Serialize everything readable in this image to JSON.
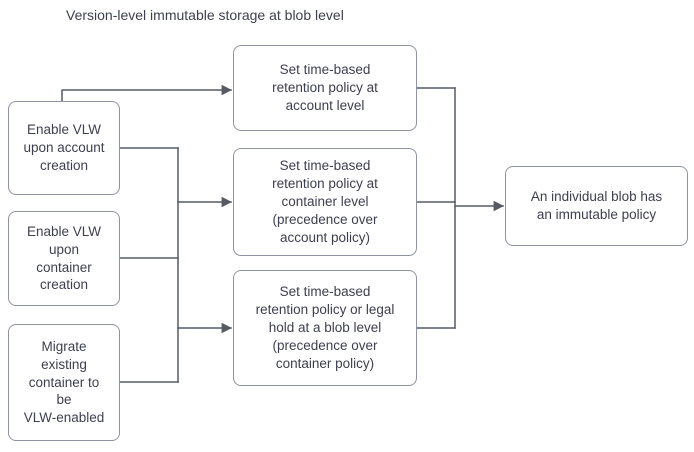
{
  "title": "Version-level immutable storage at blob level",
  "nodes": {
    "enable_account": {
      "label": "Enable VLW\nupon account\ncreation"
    },
    "enable_container": {
      "label": "Enable VLW\nupon\ncontainer\ncreation"
    },
    "migrate": {
      "label": "Migrate\nexisting\ncontainer to\nbe\nVLW-enabled"
    },
    "ret_account": {
      "label": "Set time-based\nretention policy at\naccount level"
    },
    "ret_container": {
      "label": "Set time-based\nretention policy at\ncontainer level\n(precedence over\naccount policy)"
    },
    "ret_blob": {
      "label": "Set time-based\nretention policy or legal\nhold at a blob level\n(precedence over\ncontainer policy)"
    },
    "blob_immutable": {
      "label": "An individual blob has\nan immutable policy"
    }
  },
  "colors": {
    "border": "#8f93a1",
    "text": "#3d3f4e",
    "line": "#555b66",
    "background": "#ffffff"
  }
}
